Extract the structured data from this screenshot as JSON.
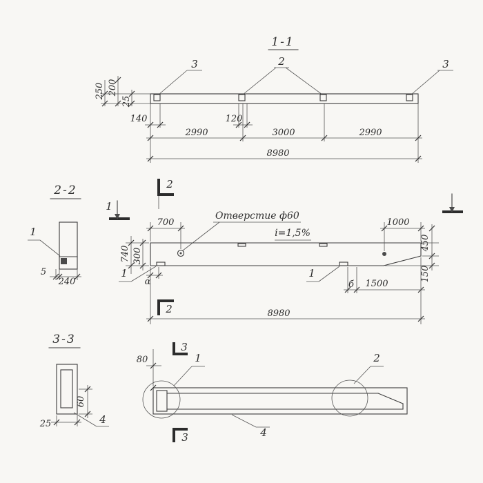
{
  "view11": {
    "title": "1-1",
    "callout_3_left": "3",
    "callout_2": "2",
    "callout_3_right": "3",
    "dim_250": "250",
    "dim_200": "200",
    "dim_25": "25",
    "dim_140": "140",
    "dim_120": "120",
    "dim_span_1": "2990",
    "dim_span_2": "3000",
    "dim_span_3": "2990",
    "dim_total": "8980"
  },
  "markers": {
    "section2_top": "2",
    "section2_bottom": "2",
    "section1_left": "1"
  },
  "view22": {
    "title": "2-2",
    "callout_1": "1",
    "dim_5": "5",
    "dim_240": "240"
  },
  "mainview": {
    "hole_label": "Отверстие ф60",
    "slope_label": "i=1,5%",
    "dim_700": "700",
    "dim_1000": "1000",
    "dim_450": "450",
    "dim_150": "150",
    "dim_740": "740",
    "dim_300": "300",
    "dim_alpha": "α",
    "dim_b": "б",
    "dim_1500": "1500",
    "dim_total": "8980",
    "callout_1_left": "1",
    "callout_1_right": "1"
  },
  "view33": {
    "title": "3-3",
    "callout_4": "4",
    "dim_60": "60",
    "dim_25": "25"
  },
  "planview": {
    "dim_80": "80",
    "marker3_top": "3",
    "marker3_bottom": "3",
    "callout_1": "1",
    "callout_2": "2",
    "callout_4": "4"
  }
}
